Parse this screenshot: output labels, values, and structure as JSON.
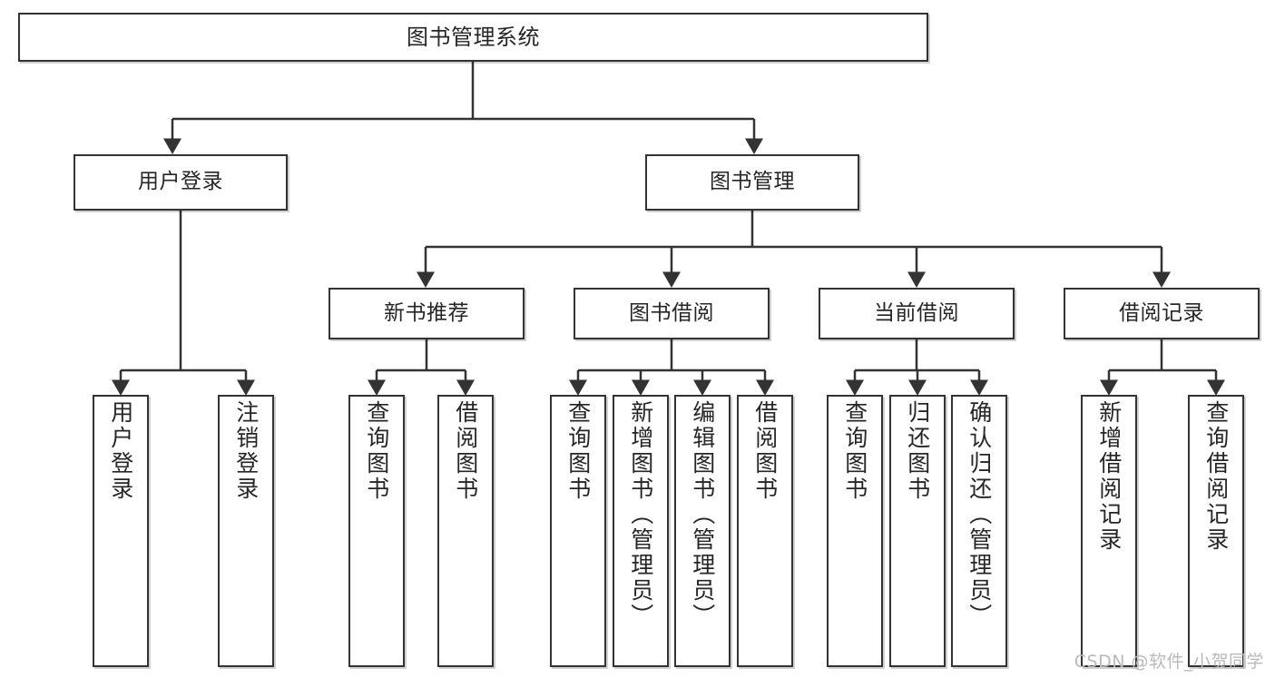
{
  "diagram": {
    "title": "图书管理系统",
    "type": "tree-hierarchy",
    "root": {
      "label": "图书管理系统"
    },
    "level2": [
      {
        "label": "用户登录"
      },
      {
        "label": "图书管理"
      }
    ],
    "level3": [
      {
        "label": "新书推荐"
      },
      {
        "label": "图书借阅"
      },
      {
        "label": "当前借阅"
      },
      {
        "label": "借阅记录"
      }
    ],
    "leaves": {
      "user_login": [
        {
          "label": "用户登录"
        },
        {
          "label": "注销登录"
        }
      ],
      "new_book_recommend": [
        {
          "label": "查询图书"
        },
        {
          "label": "借阅图书"
        }
      ],
      "book_borrow": [
        {
          "label": "查询图书"
        },
        {
          "label": "新增图书（管理员）"
        },
        {
          "label": "编辑图书（管理员）"
        },
        {
          "label": "借阅图书"
        }
      ],
      "current_borrow": [
        {
          "label": "查询图书"
        },
        {
          "label": "归还图书"
        },
        {
          "label": "确认归还（管理员）"
        }
      ],
      "borrow_record": [
        {
          "label": "新增借阅记录"
        },
        {
          "label": "查询借阅记录"
        }
      ]
    }
  },
  "watermark": {
    "text": "CSDN @软件_小贺同学"
  },
  "colors": {
    "stroke": "#333333",
    "text": "#262626",
    "background": "#ffffff",
    "watermark": "#b9b9b9"
  }
}
